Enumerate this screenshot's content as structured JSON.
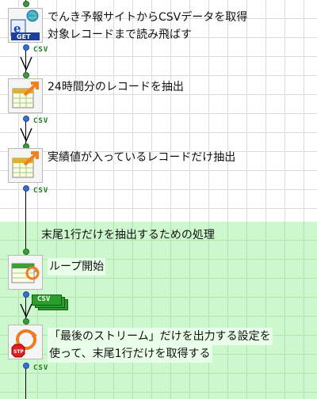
{
  "nodes": [
    {
      "icon": "http-get-icon",
      "label_line1": "でんき予報サイトからCSVデータを取得",
      "label_line2": "対象レコードまで読み飛ばす"
    },
    {
      "icon": "record-extract-icon",
      "label": "24時間分のレコードを抽出"
    },
    {
      "icon": "record-extract-icon",
      "label": "実績値が入っているレコードだけ抽出"
    },
    {
      "icon": "loop-start-icon",
      "label": "ループ開始"
    },
    {
      "icon": "stream-stop-icon",
      "label_line1": "「最後のストリーム」だけを出力する設定を",
      "label_line2": "使って、末尾1行だけを取得する"
    }
  ],
  "group": {
    "label": "末尾1行だけを抽出するための処理"
  },
  "stream_format": "CSV",
  "colors": {
    "group_bg": "#cdf7cd",
    "csv_text": "#1c7a1c",
    "port_out": "#3a6fcf",
    "port_in": "#3a9b3a"
  }
}
